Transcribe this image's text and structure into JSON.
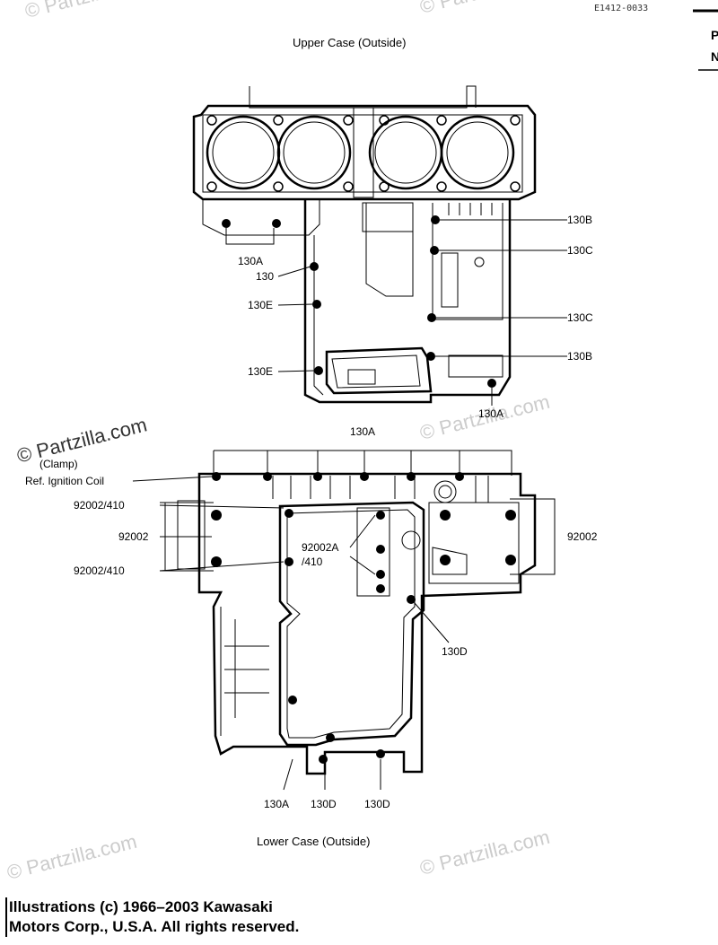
{
  "header": {
    "code": "E1412-0033",
    "edge_letters": [
      "P",
      "N"
    ]
  },
  "upper": {
    "title": "Upper Case (Outside)",
    "labels": [
      "130B",
      "130C",
      "130A",
      "130",
      "130E",
      "130C",
      "130B",
      "130E",
      "130A"
    ]
  },
  "lower": {
    "title": "Lower Case  (Outside)",
    "top_label": "130A",
    "clamp": "(Clamp)",
    "ref": "Ref. Ignition Coil",
    "left_labels": [
      "92002/410",
      "92002",
      "92002/410"
    ],
    "mid_label_a": "92002A",
    "mid_label_b": "/410",
    "right_label": "92002",
    "label_130d_right": "130D",
    "bottom_labels": [
      "130A",
      "130D",
      "130D"
    ]
  },
  "watermarks": [
    "© Partzilla.com",
    "© Partzilla.com",
    "© Partzilla.com",
    "© Partzilla.com",
    "© Partzilla.com",
    "© Partzilla.com"
  ],
  "copyright": {
    "line1": "Illustrations (c) 1966–2003 Kawasaki",
    "line2": "Motors Corp., U.S.A.  All rights reserved."
  }
}
